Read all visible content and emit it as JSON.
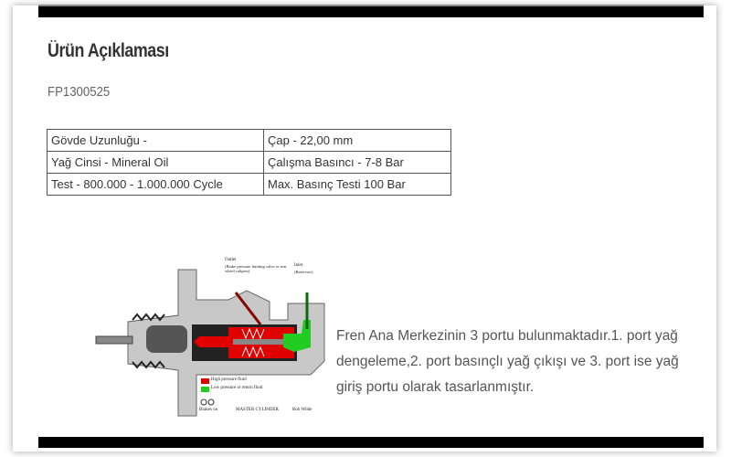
{
  "section_title": "Ürün Açıklaması",
  "product_code": "FP1300525",
  "specs": [
    [
      "Gövde Uzunluğu -",
      "Çap - 22,00 mm"
    ],
    [
      "Yağ Cinsi - Mineral Oil",
      "Çalışma Basıncı - 7-8 Bar"
    ],
    [
      "Test - 800.000 - 1.000.000 Cycle",
      "Max. Basınç Testi 100 Bar"
    ]
  ],
  "diagram": {
    "outlet": "Outlet",
    "outlet_note": "(Brake pressure limiting valve or rear wheel calipers)",
    "inlet": "Inlet",
    "inlet_note": "(Reservoir)",
    "legend_high": "High pressure fluid",
    "legend_low": "Low pressure or return fluid",
    "brakes_on": "Brakes on",
    "caption": "MASTER CYLINDER",
    "credit": "Rob Wilde",
    "colors": {
      "high": "#e00000",
      "low": "#22cc22"
    }
  },
  "description": "Fren Ana Merkezinin 3 portu bulunmaktadır.1. port yağ dengeleme,2. port basınçlı yağ çıkışı ve 3. port ise yağ giriş portu olarak tasarlanmıştır."
}
